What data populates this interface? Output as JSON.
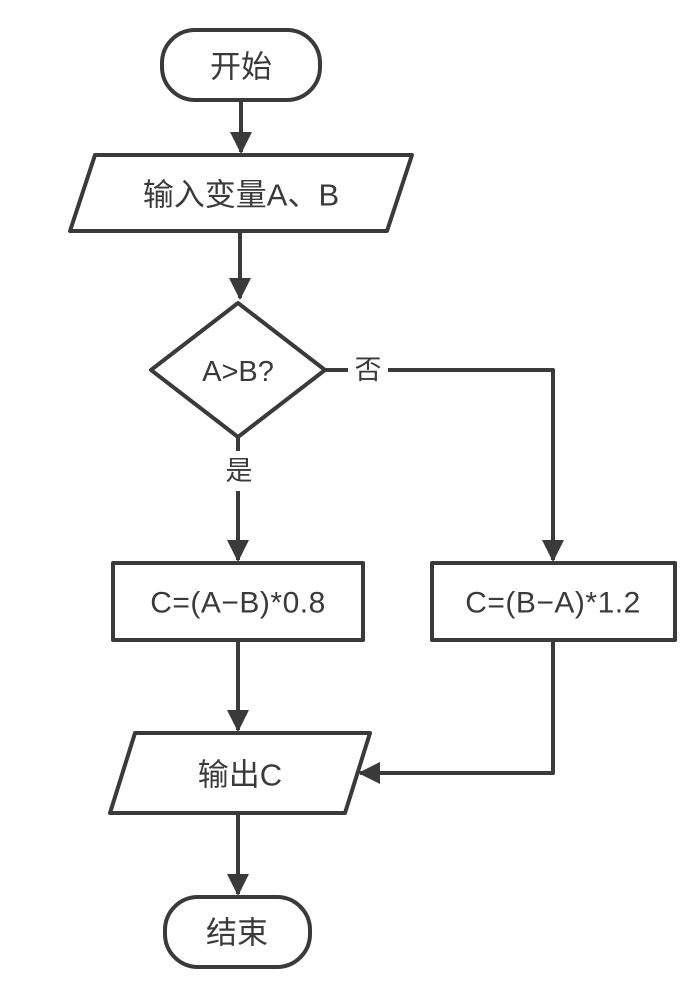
{
  "flowchart": {
    "type": "flowchart",
    "colors": {
      "stroke": "#3a3a3a",
      "shape_fill": "#ffffff",
      "text": "#3a3a3a",
      "background": "#ffffff"
    },
    "nodes": [
      {
        "id": "start",
        "shape": "terminator",
        "label": "开始"
      },
      {
        "id": "input",
        "shape": "parallelogram",
        "label": "输入变量A、B"
      },
      {
        "id": "decision",
        "shape": "diamond",
        "label": "A>B?"
      },
      {
        "id": "process-yes",
        "shape": "rectangle",
        "label": "C=(A−B)*0.8"
      },
      {
        "id": "process-no",
        "shape": "rectangle",
        "label": "C=(B−A)*1.2"
      },
      {
        "id": "output",
        "shape": "parallelogram",
        "label": "输出C"
      },
      {
        "id": "end",
        "shape": "terminator",
        "label": "结束"
      }
    ],
    "edges": [
      {
        "from": "start",
        "to": "input",
        "label": ""
      },
      {
        "from": "input",
        "to": "decision",
        "label": ""
      },
      {
        "from": "decision",
        "to": "process-yes",
        "label": "是"
      },
      {
        "from": "decision",
        "to": "process-no",
        "label": "否"
      },
      {
        "from": "process-yes",
        "to": "output",
        "label": ""
      },
      {
        "from": "process-no",
        "to": "output",
        "label": ""
      },
      {
        "from": "output",
        "to": "end",
        "label": ""
      }
    ]
  }
}
